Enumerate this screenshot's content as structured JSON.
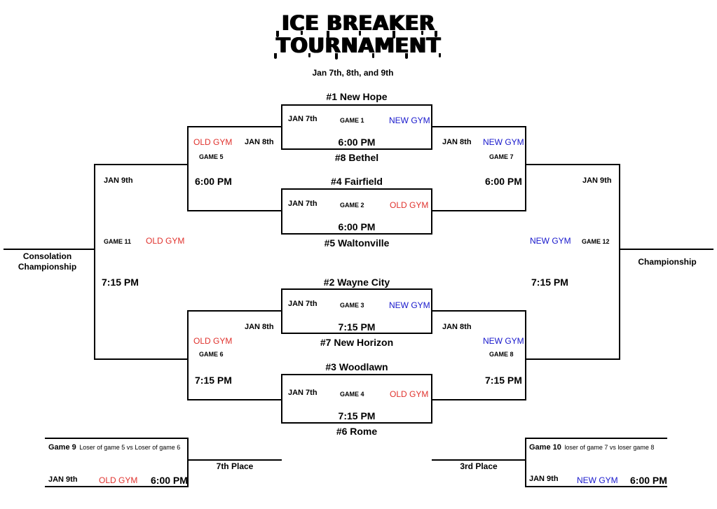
{
  "title": {
    "line1": "ICE BREAKER",
    "line2": "TOURNAMENT"
  },
  "subtitle": "Jan 7th, 8th, and 9th",
  "teams": {
    "t1": "#1   New Hope",
    "t8": "#8   Bethel",
    "t4": "#4   Fairfield",
    "t5": "#5   Waltonville",
    "t2": "#2   Wayne City",
    "t7": "#7   New Horizon",
    "t3": "#3   Woodlawn",
    "t6": "#6   Rome"
  },
  "games": {
    "g1": {
      "date": "JAN 7th",
      "label": "GAME 1",
      "gym": "NEW GYM",
      "time": "6:00 PM"
    },
    "g2": {
      "date": "JAN 7th",
      "label": "GAME 2",
      "gym": "OLD GYM",
      "time": "6:00 PM"
    },
    "g3": {
      "date": "JAN 7th",
      "label": "GAME 3",
      "gym": "NEW GYM",
      "time": "7:15 PM"
    },
    "g4": {
      "date": "JAN 7th",
      "label": "GAME 4",
      "gym": "OLD GYM",
      "time": "7:15 PM"
    },
    "g5": {
      "date": "JAN 8th",
      "label": "GAME 5",
      "gym": "OLD GYM",
      "time": "6:00 PM"
    },
    "g6": {
      "date": "JAN 8th",
      "label": "GAME 6",
      "gym": "OLD GYM",
      "time": "7:15 PM"
    },
    "g7": {
      "date": "JAN 8th",
      "label": "GAME 7",
      "gym": "NEW GYM",
      "time": "6:00 PM"
    },
    "g8": {
      "date": "JAN 8th",
      "label": "GAME 8",
      "gym": "NEW GYM",
      "time": "7:15 PM"
    },
    "g11": {
      "date": "JAN 9th",
      "label": "GAME 11",
      "gym": "OLD GYM",
      "time": "7:15 PM"
    },
    "g12": {
      "date": "JAN 9th",
      "label": "GAME 12",
      "gym": "NEW GYM",
      "time": "7:15 PM"
    },
    "g9": {
      "title": "Game 9",
      "desc": "Loser of game 5 vs Loser of game 6",
      "date": "JAN 9th",
      "gym": "OLD GYM",
      "time": "6:00 PM",
      "place": "7th Place"
    },
    "g10": {
      "title": "Game 10",
      "desc": "loser of game 7 vs loser game 8",
      "date": "JAN 9th",
      "gym": "NEW GYM",
      "time": "6:00 PM",
      "place": "3rd Place"
    }
  },
  "finals": {
    "consolation": "Consolation\nChampionship",
    "championship": "Championship"
  },
  "colors": {
    "old_gym": "#e0322d",
    "new_gym": "#1717cc",
    "lines": "#000000"
  }
}
